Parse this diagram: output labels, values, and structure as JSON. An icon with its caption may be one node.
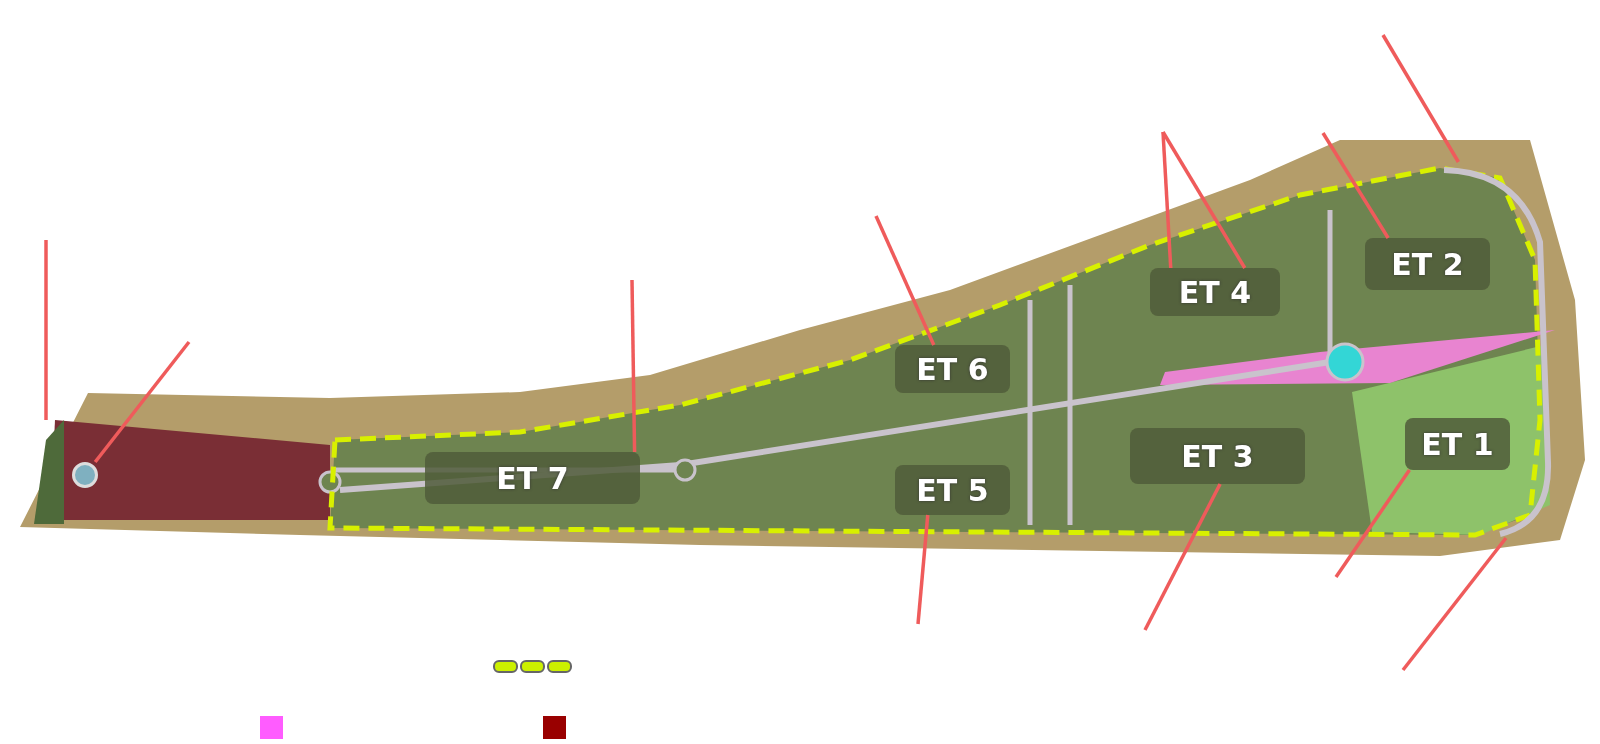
{
  "diagram": {
    "nodes": [
      {
        "text": [],
        "shape": "bar"
      },
      {
        "text": [],
        "shape": "circle"
      },
      {
        "text": [
          "ET 7"
        ]
      },
      {
        "text": [
          "ET 6"
        ]
      },
      {
        "text": [
          "ET 5"
        ]
      },
      {
        "text": [
          "ET 4"
        ]
      },
      {
        "text": [
          "ET 3"
        ]
      },
      {
        "text": [
          "ET 2"
        ]
      },
      {
        "text": [
          "ET 1"
        ]
      },
      {
        "text": [],
        "shape": "picture"
      }
    ],
    "edges": [
      {
        "from": null,
        "to": 0,
        "arrow": "none"
      },
      {
        "from": null,
        "to": 1,
        "arrow": "none"
      },
      {
        "from": null,
        "to": 2,
        "arrow": "none"
      },
      {
        "from": null,
        "to": 3,
        "arrow": "none"
      },
      {
        "from": null,
        "to": 4,
        "arrow": "none"
      },
      {
        "from": null,
        "to": 5,
        "arrow": "none"
      },
      {
        "from": null,
        "to": 5,
        "arrow": "none"
      },
      {
        "from": null,
        "to": 6,
        "arrow": "none"
      },
      {
        "from": null,
        "to": 7,
        "arrow": "none"
      },
      {
        "from": null,
        "to": 8,
        "arrow": "none"
      },
      {
        "from": null,
        "to": 9,
        "arrow": "none"
      },
      {
        "from": null,
        "to": 9,
        "arrow": "none"
      }
    ]
  }
}
